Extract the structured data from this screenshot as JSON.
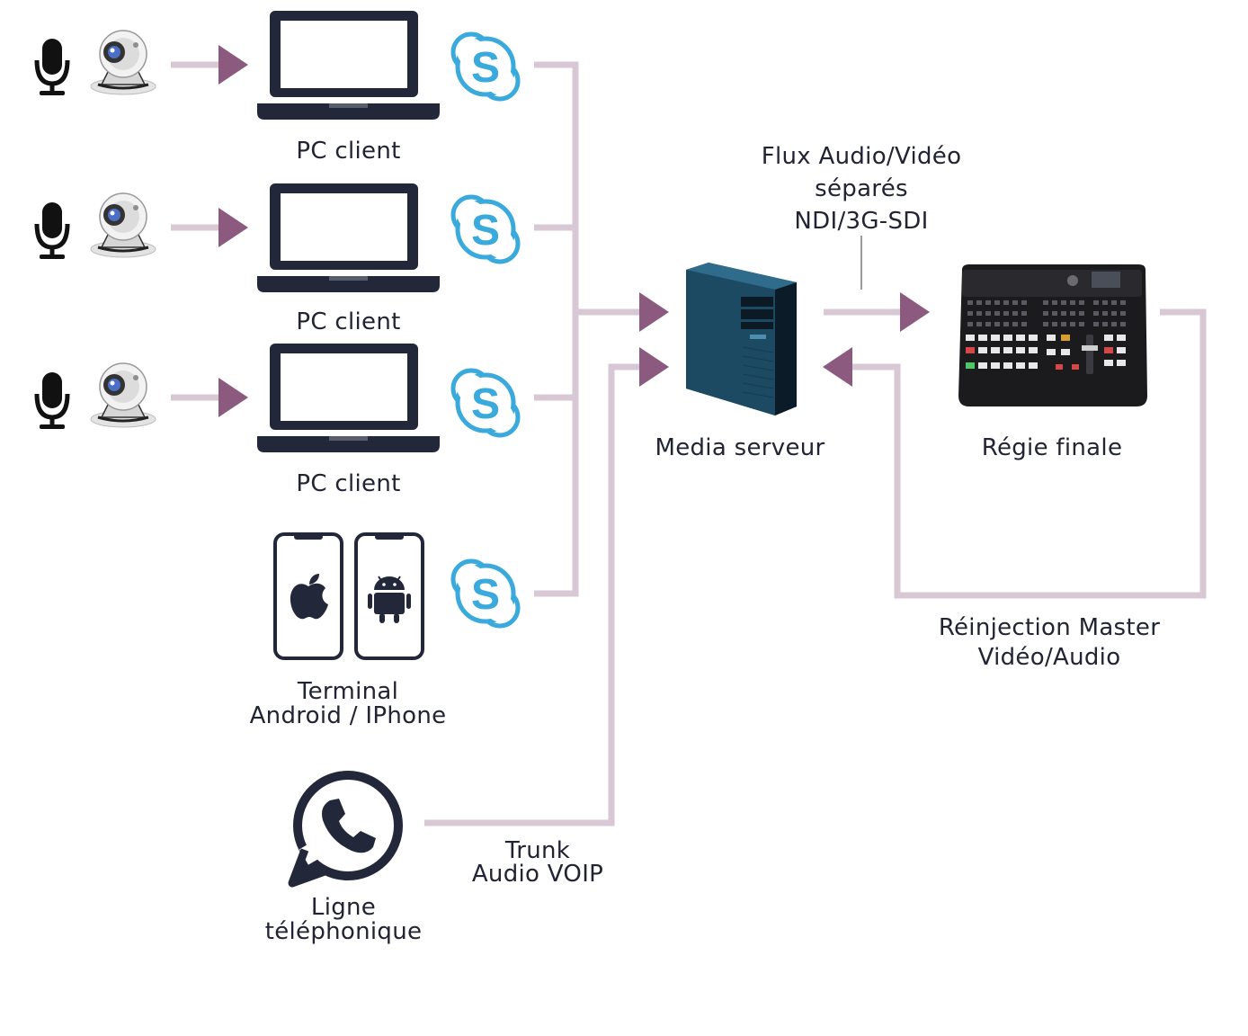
{
  "colors": {
    "connector": "#d8c8d6",
    "arrow": "#8b5a7e",
    "icon_dark": "#23273a",
    "skype_blue": "#3aa9dc",
    "server_blue": "#1c4a63",
    "text": "#222433"
  },
  "sources": [
    {
      "label": "PC client",
      "inputs": [
        "microphone-icon",
        "webcam-icon"
      ],
      "device": "laptop-icon",
      "app": "skype-icon"
    },
    {
      "label": "PC client",
      "inputs": [
        "microphone-icon",
        "webcam-icon"
      ],
      "device": "laptop-icon",
      "app": "skype-icon"
    },
    {
      "label": "PC client",
      "inputs": [
        "microphone-icon",
        "webcam-icon"
      ],
      "device": "laptop-icon",
      "app": "skype-icon"
    }
  ],
  "mobile": {
    "label_line1": "Terminal",
    "label_line2": "Android / IPhone",
    "icons": [
      "apple-icon",
      "android-icon",
      "skype-icon"
    ]
  },
  "phone": {
    "label_line1": "Ligne",
    "label_line2": "téléphonique",
    "icon": "whatsapp-icon",
    "link_line1": "Trunk",
    "link_line2": "Audio VOIP"
  },
  "server": {
    "label": "Media serveur",
    "icon": "server-tower-icon"
  },
  "switcher": {
    "label": "Régie finale",
    "icon": "video-switcher-icon"
  },
  "flux": {
    "line1": "Flux Audio/Vidéo",
    "line2": "séparés",
    "line3": "NDI/3G-SDI"
  },
  "return_link": {
    "line1": "Réinjection Master",
    "line2": "Vidéo/Audio"
  }
}
